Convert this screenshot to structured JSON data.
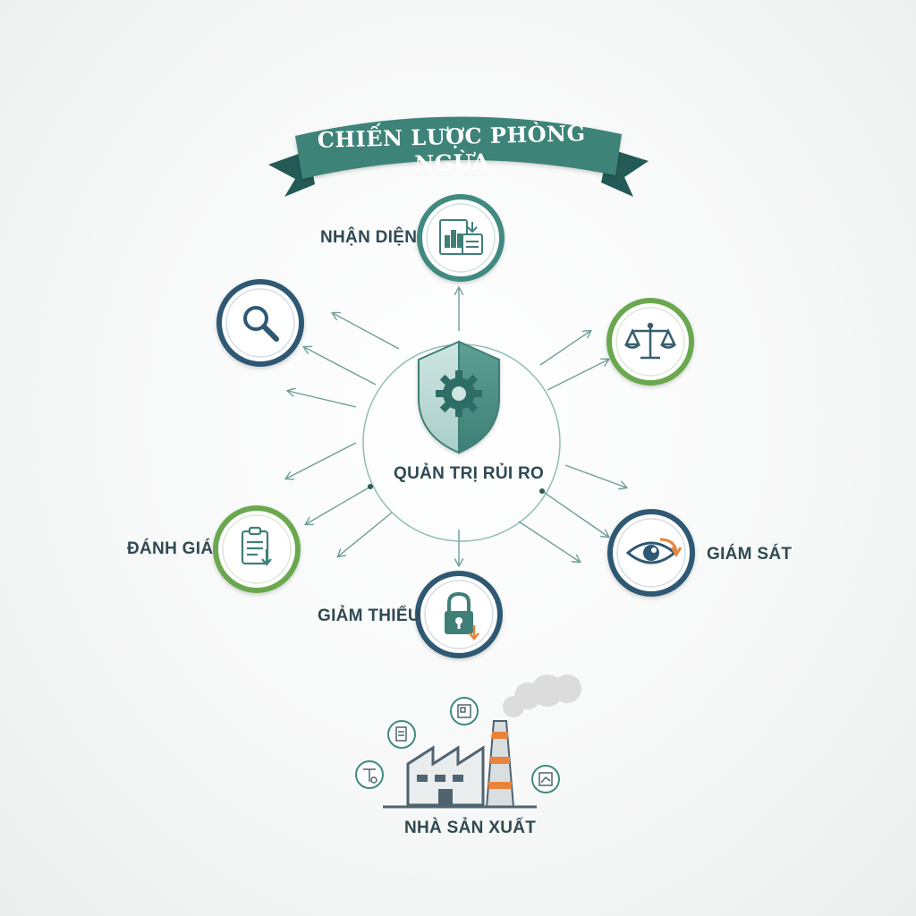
{
  "title": "CHIẾN LƯỢC PHÒNG NGỪA",
  "center": {
    "label": "QUẢN TRỊ RỦI RO",
    "icon": "shield-gear-icon"
  },
  "nodes": [
    {
      "id": "identify",
      "label": "NHẬN DIỆN",
      "icon": "report-chart-icon"
    },
    {
      "id": "search",
      "label": "",
      "icon": "magnifier-icon"
    },
    {
      "id": "balance",
      "label": "",
      "icon": "scale-icon"
    },
    {
      "id": "assess",
      "label": "ĐÁNH GIÁ",
      "icon": "clipboard-icon"
    },
    {
      "id": "mitigate",
      "label": "GIẢM THIỂU",
      "icon": "padlock-icon"
    },
    {
      "id": "monitor",
      "label": "GIÁM SÁT",
      "icon": "eye-icon"
    }
  ],
  "factory": {
    "label": "NHÀ SẢN XUẤT",
    "icon": "factory-icon"
  },
  "colors": {
    "teal": "#3f8a80",
    "teal_dark": "#2e6d66",
    "navy": "#2e5873",
    "green": "#6aa84f",
    "orange": "#e9833a",
    "text": "#2f4a52"
  }
}
